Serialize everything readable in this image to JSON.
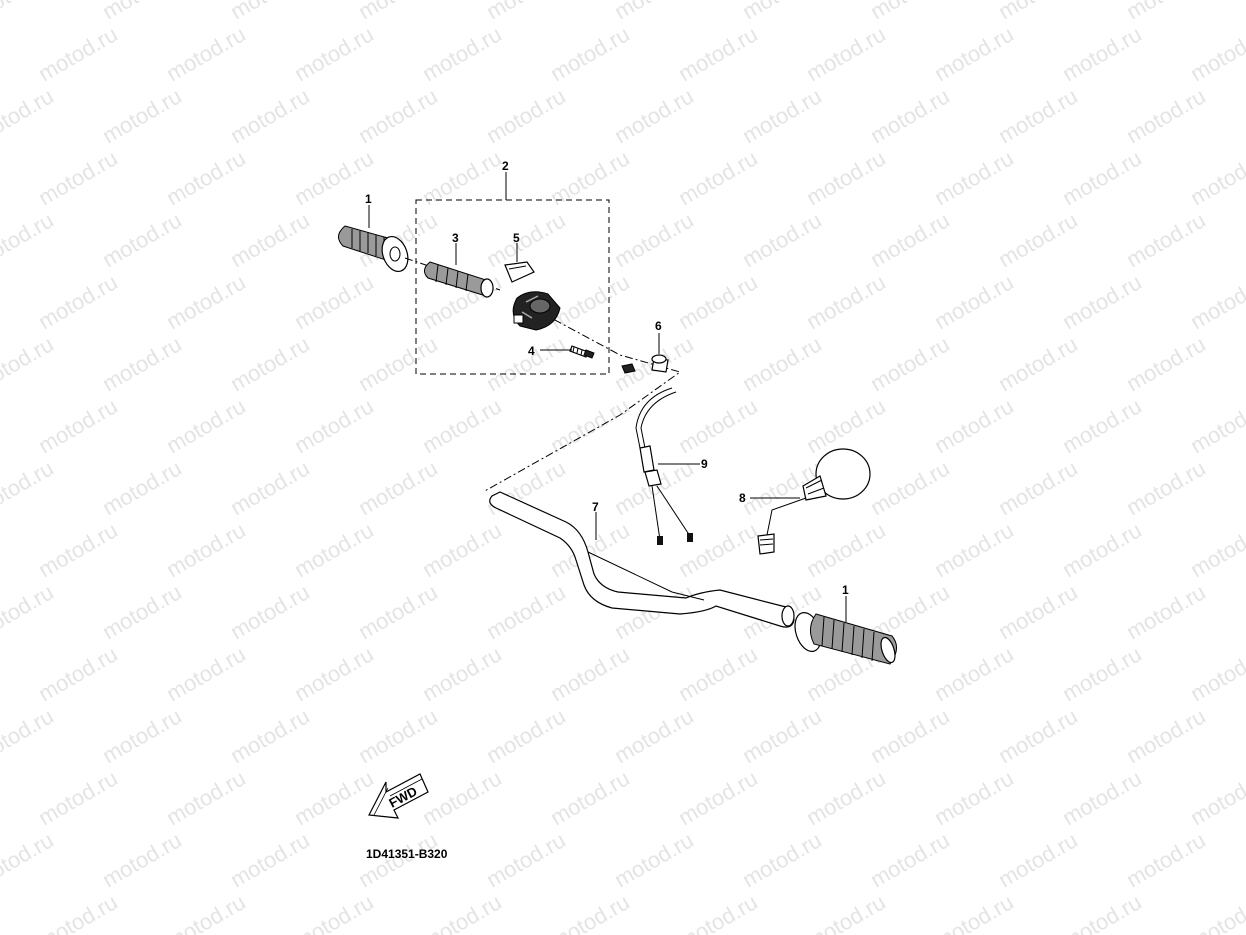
{
  "watermark": "motod.ru",
  "diagram_code": "1D41351-B320",
  "fwd_label": "FWD",
  "callouts": {
    "c1a": "1",
    "c1b": "1",
    "c2": "2",
    "c3": "3",
    "c4": "4",
    "c5": "5",
    "c6": "6",
    "c7": "7",
    "c8": "8",
    "c9": "9"
  }
}
